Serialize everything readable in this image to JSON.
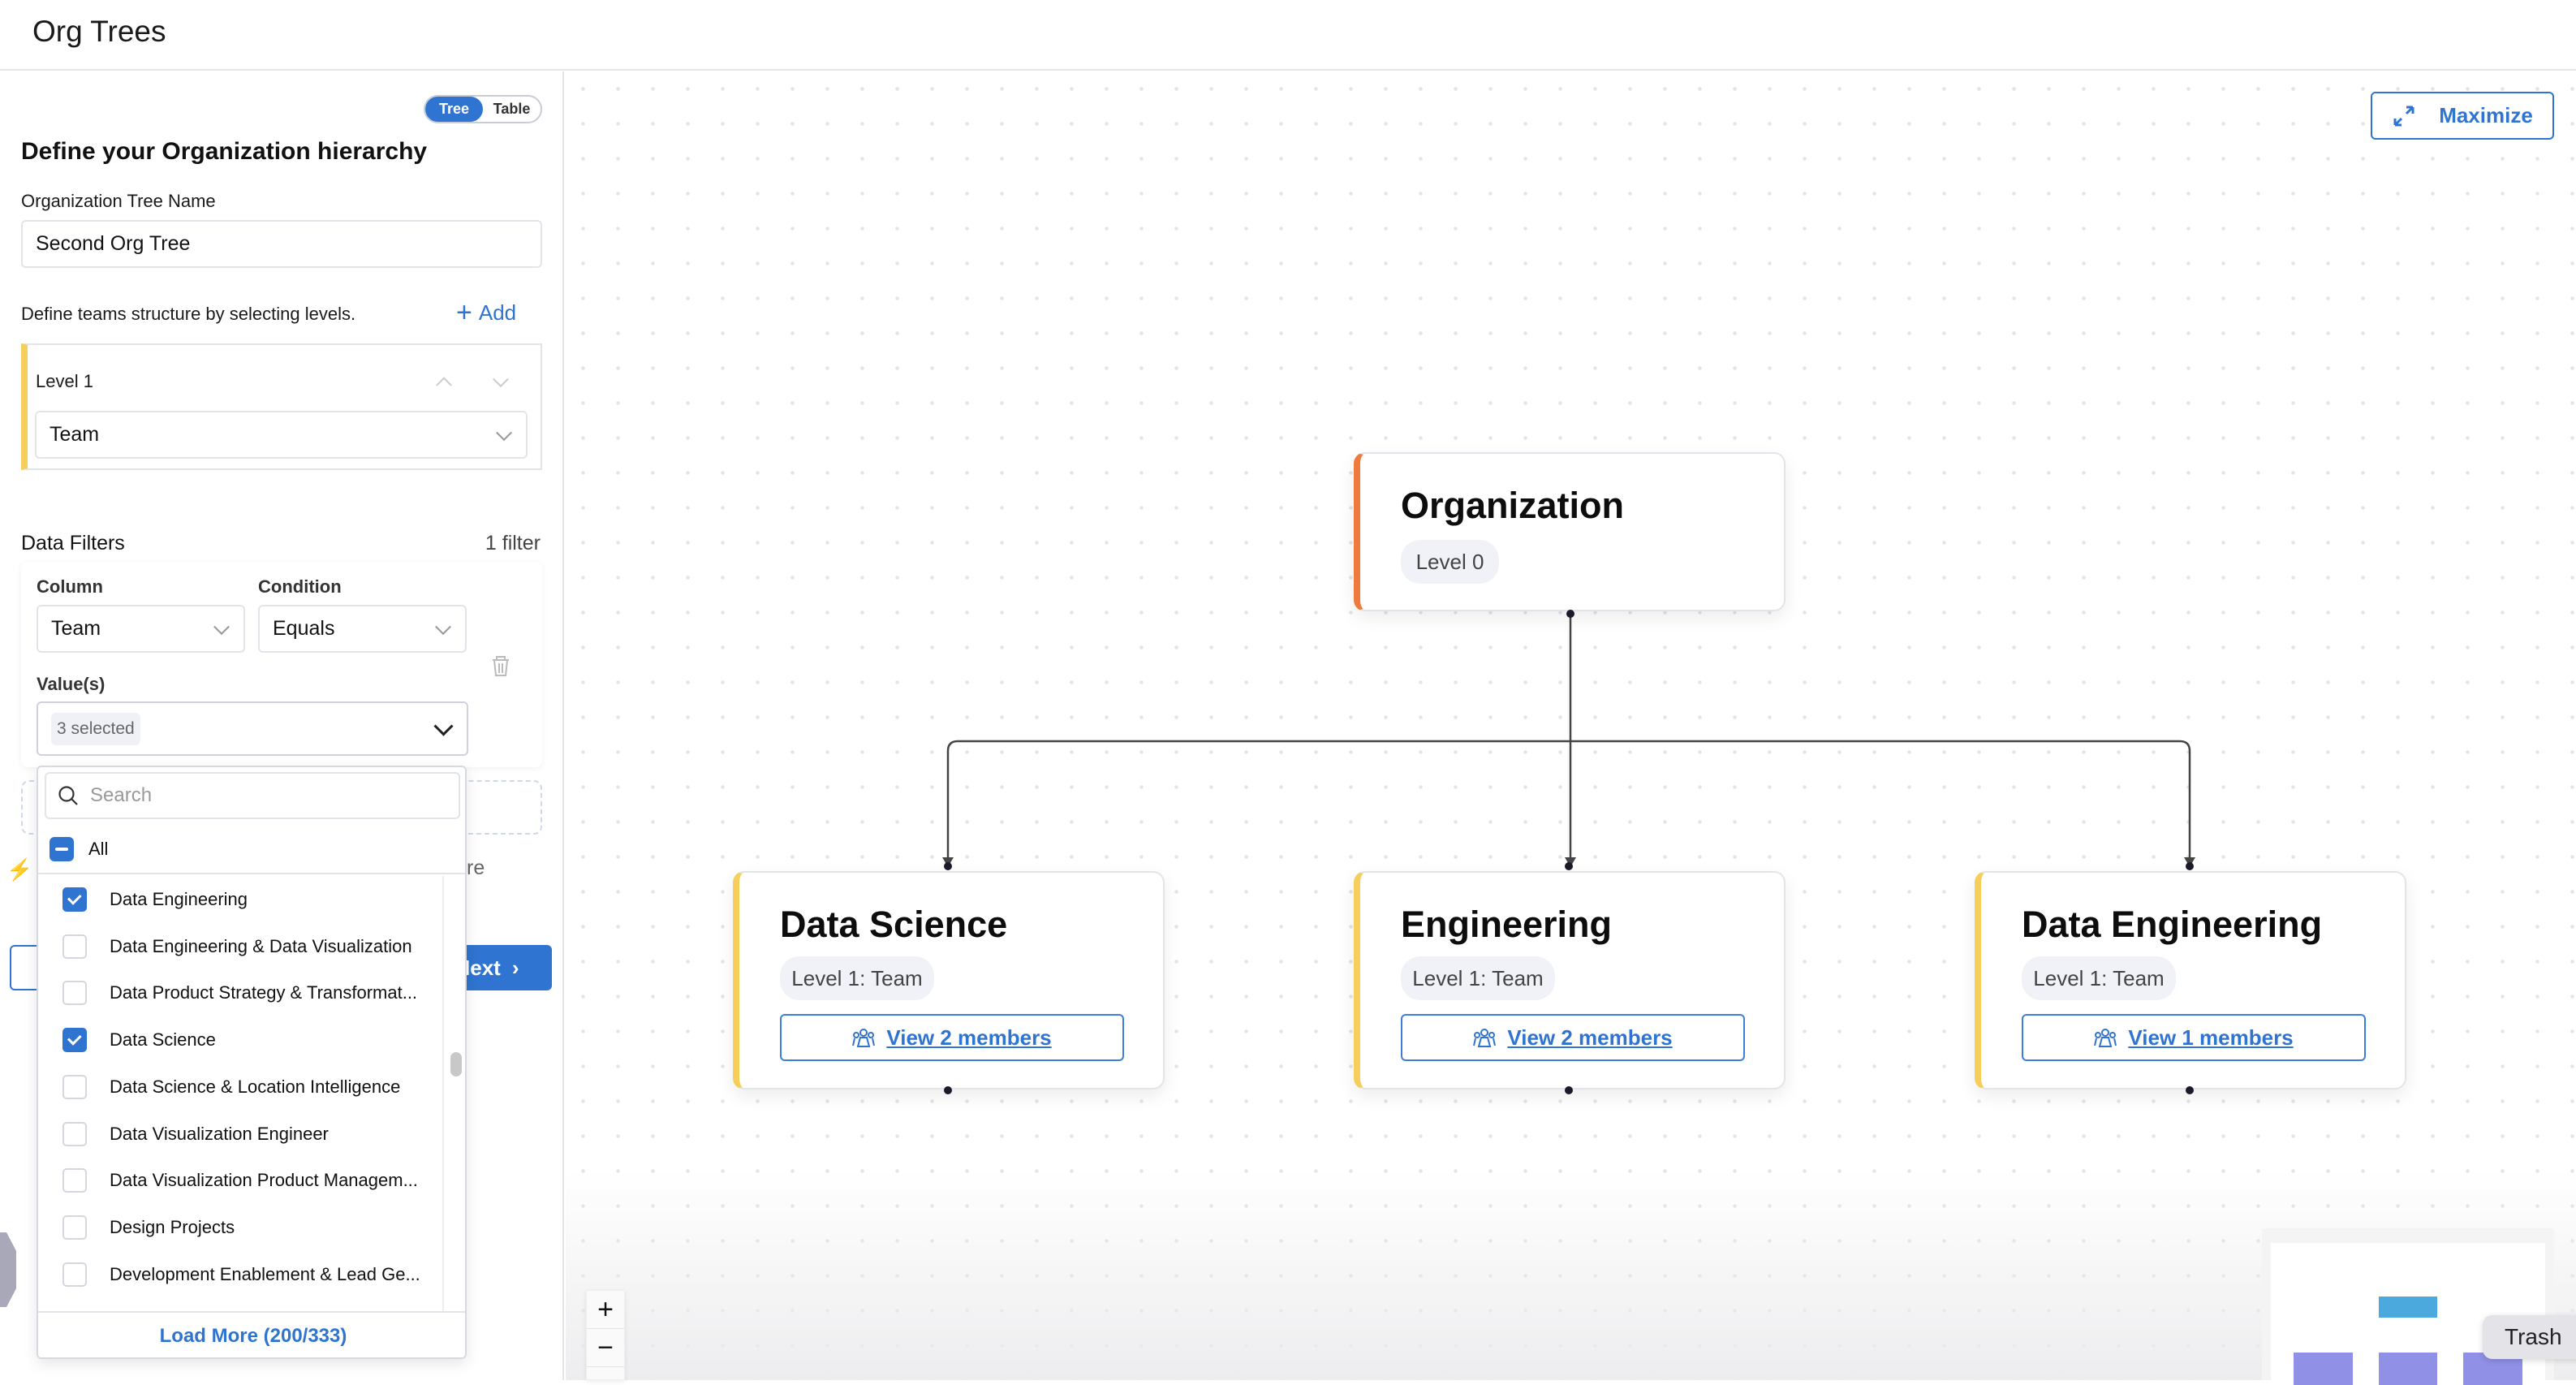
{
  "header": {
    "title": "Org Trees"
  },
  "sidebar": {
    "view_toggle": {
      "options": [
        "Tree",
        "Table"
      ],
      "selected": "Tree"
    },
    "heading": "Define your Organization hierarchy",
    "tree_name_label": "Organization Tree Name",
    "tree_name_value": "Second Org Tree",
    "levels_hint": "Define teams structure by selecting levels.",
    "add_label": "Add",
    "levels": [
      {
        "label": "Level 1",
        "value": "Team"
      }
    ],
    "filters_label": "Data Filters",
    "filters_count": "1 filter",
    "filter": {
      "column_label": "Column",
      "column_value": "Team",
      "condition_label": "Condition",
      "condition_value": "Equals",
      "values_label": "Value(s)",
      "values_chip": "3 selected"
    },
    "partial_text": "re",
    "next_label": "Next"
  },
  "dropdown": {
    "search_placeholder": "Search",
    "all_label": "All",
    "all_state": "indeterminate",
    "options": [
      {
        "label": "Data Engineering",
        "checked": true
      },
      {
        "label": "Data Engineering & Data Visualization",
        "checked": false
      },
      {
        "label": "Data Product Strategy & Transformat...",
        "checked": false
      },
      {
        "label": "Data Science",
        "checked": true
      },
      {
        "label": "Data Science & Location Intelligence",
        "checked": false
      },
      {
        "label": "Data Visualization Engineer",
        "checked": false
      },
      {
        "label": "Data Visualization Product Managem...",
        "checked": false
      },
      {
        "label": "Design Projects",
        "checked": false
      },
      {
        "label": "Development Enablement & Lead Ge...",
        "checked": false
      }
    ],
    "load_more": "Load More (200/333)"
  },
  "canvas": {
    "maximize_label": "Maximize",
    "root": {
      "title": "Organization",
      "level": "Level 0",
      "color": "#ef7a3b"
    },
    "children": [
      {
        "title": "Data Science",
        "level": "Level 1: Team",
        "members": "View 2 members",
        "color": "#f5cf5a"
      },
      {
        "title": "Engineering",
        "level": "Level 1: Team",
        "members": "View 2 members",
        "color": "#f5cf5a"
      },
      {
        "title": "Data Engineering",
        "level": "Level 1: Team",
        "members": "View 1 members",
        "color": "#f5cf5a"
      }
    ],
    "zoom_in": "+",
    "zoom_out": "−",
    "tooltip": "Trash"
  },
  "colors": {
    "accent": "#2f74d0",
    "level_bar": "#f5cf5a",
    "root_bar": "#ef7a3b",
    "minimap_root": "#4ca9dd",
    "minimap_child": "#9090e6"
  }
}
